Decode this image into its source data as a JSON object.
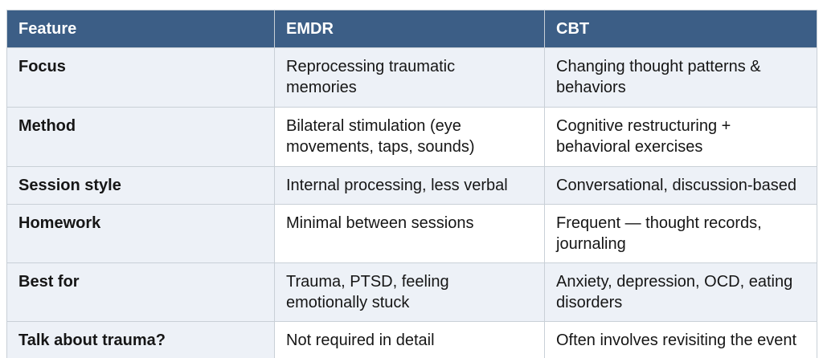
{
  "table": {
    "columns": [
      "Feature",
      "EMDR",
      "CBT"
    ],
    "rows": [
      {
        "feature": "Focus",
        "emdr": "Reprocessing traumatic\nmemories",
        "cbt": "Changing thought patterns &\nbehaviors"
      },
      {
        "feature": "Method",
        "emdr": "Bilateral stimulation (eye\nmovements, taps, sounds)",
        "cbt": "Cognitive restructuring +\nbehavioral exercises"
      },
      {
        "feature": "Session style",
        "emdr": "Internal processing, less verbal",
        "cbt": "Conversational, discussion-based"
      },
      {
        "feature": "Homework",
        "emdr": "Minimal between sessions",
        "cbt": "Frequent — thought records,\njournaling"
      },
      {
        "feature": "Best for",
        "emdr": "Trauma, PTSD, feeling\nemotionally stuck",
        "cbt": "Anxiety, depression, OCD, eating\ndisorders"
      },
      {
        "feature": "Talk about trauma?",
        "emdr": "Not required in detail",
        "cbt": "Often involves revisiting the event"
      }
    ],
    "colors": {
      "header_bg": "#3c5e86",
      "header_text": "#ffffff",
      "stripe": "#edf1f7",
      "row_white": "#ffffff",
      "border": "#c9d0d7",
      "text": "#161616",
      "page_bg": "#ffffff"
    }
  }
}
